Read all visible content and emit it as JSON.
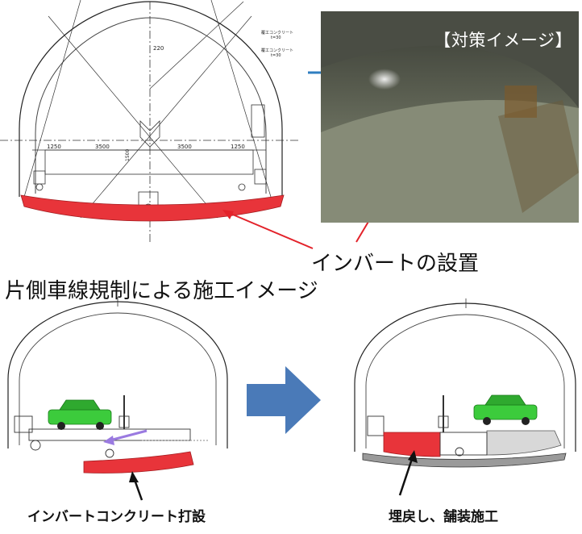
{
  "top_diagram": {
    "dims": [
      "1250",
      "3500",
      "3500",
      "1250"
    ],
    "dim_220": "220",
    "dim_vertical": "1500",
    "note_right_1": "覆工コンクリート",
    "note_right_2": "t=30",
    "note_right_3": "覆工コンクリート",
    "note_right_4": "t=30"
  },
  "photo": {
    "label": "【対策イメージ】"
  },
  "labels": {
    "invert_install": "インバートの設置",
    "section_title": "片側車線規制による施工イメージ",
    "left_caption": "インバートコンクリート打設",
    "right_caption": "埋戻し、舗装施工"
  },
  "colors": {
    "invert_red": "#e8343a",
    "arrow_blue": "#4a7ab8",
    "car_green": "#3ccb3c",
    "arrow_purple": "#9a7ae0",
    "accent_line": "#2f7ec0"
  }
}
